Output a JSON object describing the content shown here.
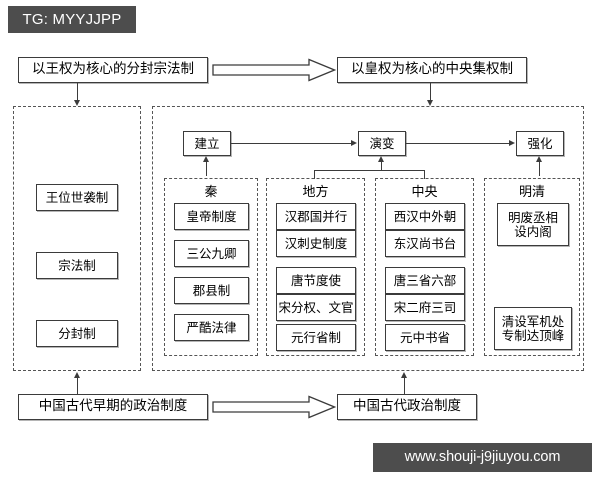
{
  "tag": {
    "label": "TG: MYYJJPP"
  },
  "watermark": {
    "text": "www.shouji-j9jiuyou.com"
  },
  "colors": {
    "chip_background": "#4d4d4d",
    "chip_text": "#ffffff",
    "box_border": "#3b3b3b",
    "dashed_border": "#555555",
    "page_background": "#ffffff"
  },
  "top": {
    "left_box": "以王权为核心的分封宗法制",
    "right_box": "以皇权为核心的中央集权制"
  },
  "bottom": {
    "left_box": "中国古代早期的政治制度",
    "right_box": "中国古代政治制度"
  },
  "left_panel": {
    "items": [
      {
        "label": "王位世袭制"
      },
      {
        "label": "宗法制"
      },
      {
        "label": "分封制"
      }
    ]
  },
  "right_panel": {
    "stages": [
      {
        "label": "建立"
      },
      {
        "label": "演变"
      },
      {
        "label": "强化"
      }
    ],
    "columns": [
      {
        "title": "秦",
        "items": [
          {
            "label": "皇帝制度"
          },
          {
            "label": "三公九卿"
          },
          {
            "label": "郡县制"
          },
          {
            "label": "严酷法律"
          }
        ]
      },
      {
        "title": "地方",
        "items": [
          {
            "label": "汉郡国并行"
          },
          {
            "label": "汉刺史制度"
          },
          {
            "label": "唐节度使"
          },
          {
            "label": "宋分权、文官"
          },
          {
            "label": "元行省制"
          }
        ]
      },
      {
        "title": "中央",
        "items": [
          {
            "label": "西汉中外朝"
          },
          {
            "label": "东汉尚书台"
          },
          {
            "label": "唐三省六部"
          },
          {
            "label": "宋二府三司"
          },
          {
            "label": "元中书省"
          }
        ]
      },
      {
        "title": "明清",
        "items": [
          {
            "label": "明废丞相\n设内阁"
          },
          {
            "label": "清设军机处\n专制达顶峰"
          }
        ]
      }
    ]
  }
}
